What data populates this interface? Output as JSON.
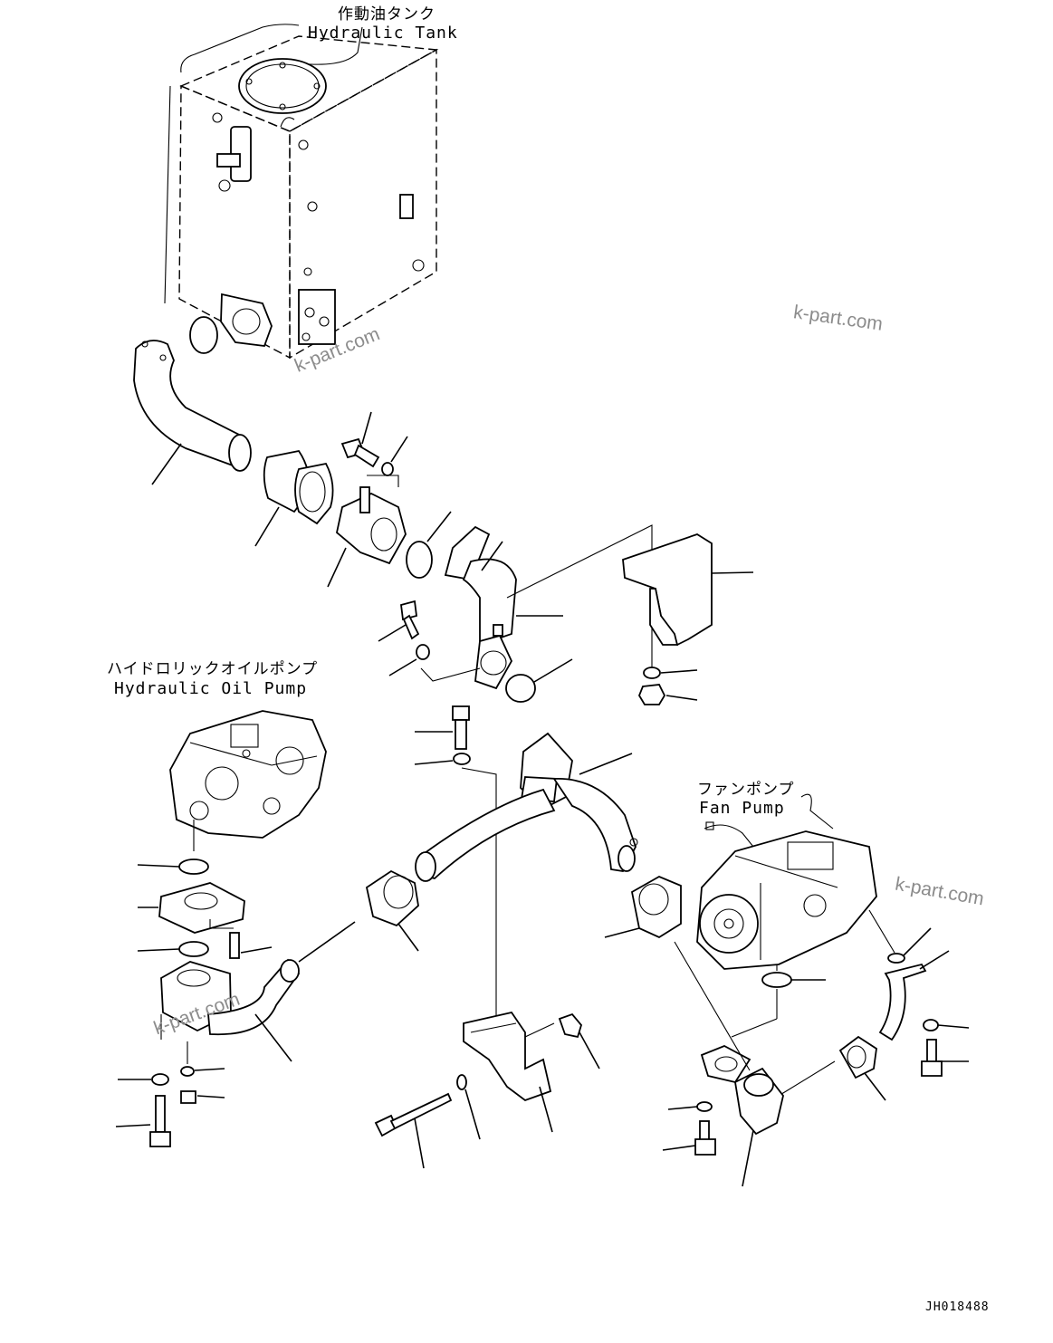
{
  "labels": {
    "hydraulic_tank_jp": "作動油タンク",
    "hydraulic_tank_en": "Hydraulic Tank",
    "hydraulic_pump_jp": "ハイドロリックオイルポンプ",
    "hydraulic_pump_en": "Hydraulic Oil Pump",
    "fan_pump_jp": "ファンポンプ",
    "fan_pump_en": "Fan Pump"
  },
  "watermarks": [
    "k-part.com",
    "k-part.com",
    "k-part.com",
    "k-part.com"
  ],
  "drawing_number": "JH018488"
}
